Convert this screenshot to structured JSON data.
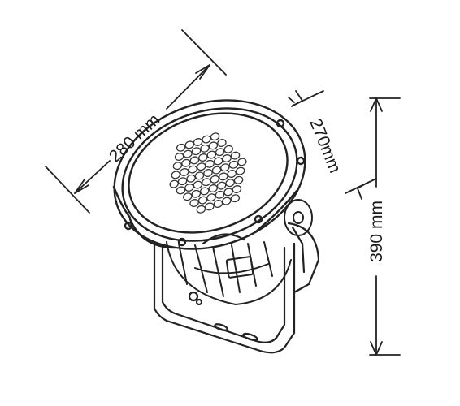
{
  "dimensions": {
    "diameter": "280 mm",
    "depth": "270mm",
    "height": "390 mm"
  },
  "led_count": 61
}
